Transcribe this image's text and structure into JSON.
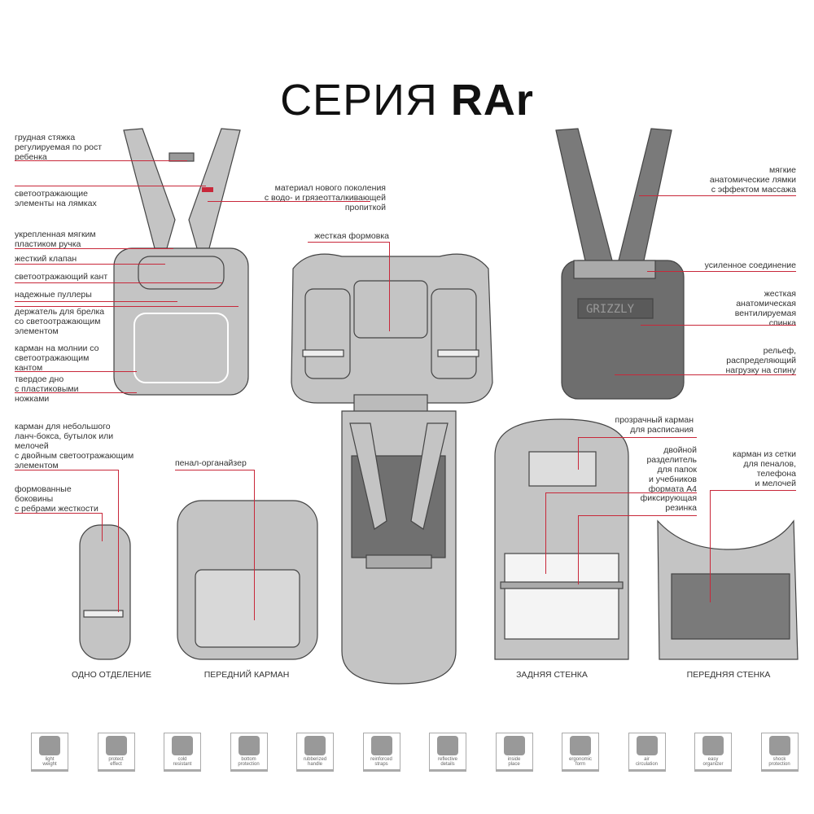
{
  "title": {
    "main": "СЕРИЯ ",
    "bold": "RAr"
  },
  "left_labels": [
    "грудная стяжка\nрегулируемая по рост\nребенка",
    "светоотражающие\nэлементы на лямках",
    "укрепленная мягким\nпластиком ручка",
    "жесткий клапан",
    "светоотражающий кант",
    "надежные пуллеры",
    "держатель для брелка\nсо светоотражающим\nэлементом",
    "карман на молнии со\nсветоотражающим\nкантом",
    "твердое дно\nс пластиковыми\nножками"
  ],
  "center_labels": {
    "material": "материал нового поколения\nс водо- и грязеотталкивающей\nпропиткой",
    "rigid": "жесткая формовка"
  },
  "right_labels": [
    "мягкие\nанатомические лямки\nс эффектом массажа",
    "усиленное соединение",
    "жесткая\nанатомическая\nвентилируемая\nспинка",
    "рельеф,\nраспределяющий\nнагрузку на спину"
  ],
  "logo": "GRIZZLY",
  "bottom_labels": {
    "lunch": "карман для небольшого\nланч-бокса, бутылок или\nмелочей\nс двойным светоотражающим\nэлементом",
    "sides": "формованные\nбоковины\nс ребрами жесткости",
    "pencil": "пенал-органайзер",
    "transparent": "прозрачный карман\nдля расписания",
    "divider": "двойной\nразделитель\nдля папок\nи учебников\nформата А4",
    "elastic": "фиксирующая\nрезинка",
    "mesh": "карман из сетки\nдля пеналов,\nтелефона\nи мелочей"
  },
  "captions": [
    "ОДНО ОТДЕЛЕНИЕ",
    "ПЕРЕДНИЙ КАРМАН",
    "ЗАДНЯЯ СТЕНКА",
    "ПЕРЕДНЯЯ СТЕНКА"
  ],
  "features": [
    {
      "label": "light\nweight",
      "icon": "feather-icon"
    },
    {
      "label": "protect\neffect",
      "icon": "drops-icon"
    },
    {
      "label": "cold\nresistant",
      "icon": "snowflake-icon"
    },
    {
      "label": "bottom\nprotection",
      "icon": "backpack-bottom-icon"
    },
    {
      "label": "rubberized\nhandle",
      "icon": "handle-icon"
    },
    {
      "label": "reinforced\nstraps",
      "icon": "straps-icon"
    },
    {
      "label": "reflective\ndetails",
      "icon": "reflective-icon"
    },
    {
      "label": "inside\nplace",
      "icon": "inside-icon"
    },
    {
      "label": "ergonomic\nform",
      "icon": "ergonomic-icon"
    },
    {
      "label": "air\ncirculation",
      "icon": "air-icon"
    },
    {
      "label": "easy\norganizer",
      "icon": "organizer-icon"
    },
    {
      "label": "shock\nprotection",
      "icon": "shock-icon"
    }
  ],
  "colors": {
    "accent": "#c8283a",
    "body": "#c4c4c4",
    "dark": "#6e6e6e"
  }
}
